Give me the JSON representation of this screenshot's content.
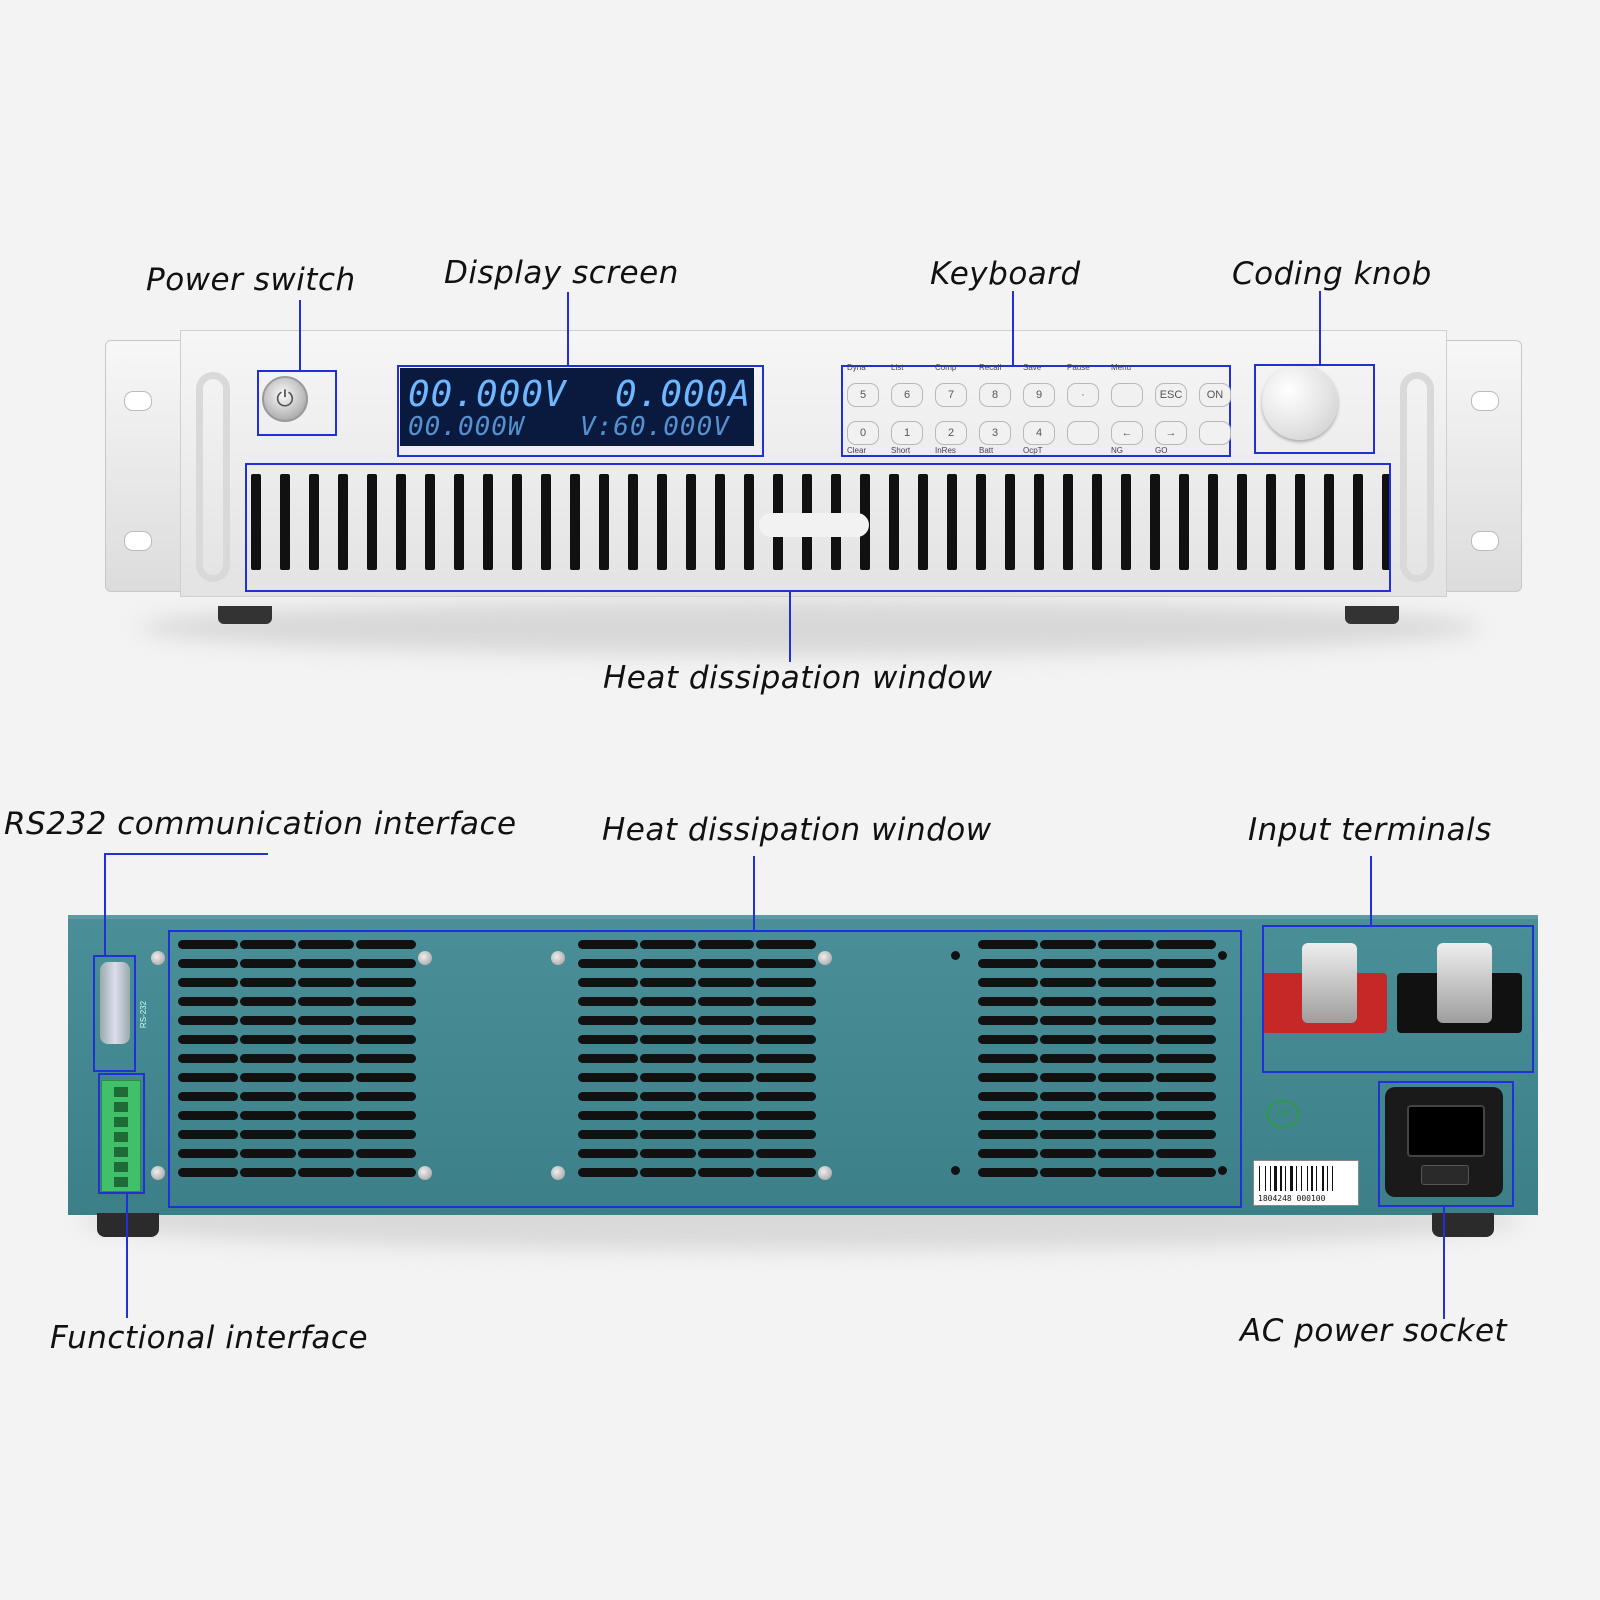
{
  "front_labels": {
    "power_switch": "Power switch",
    "display_screen": "Display screen",
    "keyboard": "Keyboard",
    "coding_knob": "Coding knob",
    "heat_window": "Heat dissipation window"
  },
  "rear_labels": {
    "rs232": "RS232 communication interface",
    "heat_window": "Heat dissipation window",
    "input_terminals": "Input terminals",
    "functional_interface": "Functional interface",
    "ac_socket": "AC power socket"
  },
  "display": {
    "voltage": "00.000V",
    "current": "0.000A",
    "power": "00.000W",
    "limit": "V:60.000V"
  },
  "keypad": {
    "row1_keys": [
      "5",
      "6",
      "7",
      "8",
      "9",
      "·",
      "",
      "ESC",
      "ON"
    ],
    "row2_keys": [
      "0",
      "1",
      "2",
      "3",
      "4",
      "",
      "←",
      "→",
      ""
    ],
    "top_labels": [
      "Dyna",
      "List",
      "Comp",
      "Recall",
      "Save",
      "Pause",
      "Menu"
    ],
    "bottom_labels": [
      "Clear",
      "Short",
      "InRes",
      "Batt",
      "OcpT",
      "NG",
      "GO"
    ]
  },
  "rear_text": {
    "rs232_port": "RS-232",
    "barcode_number": "1804248 000100"
  },
  "colors": {
    "annotation": "#2230d8",
    "lcd_background": "#0a1a3f",
    "lcd_text": "#6fb8ff",
    "rear_panel": "#448892"
  }
}
